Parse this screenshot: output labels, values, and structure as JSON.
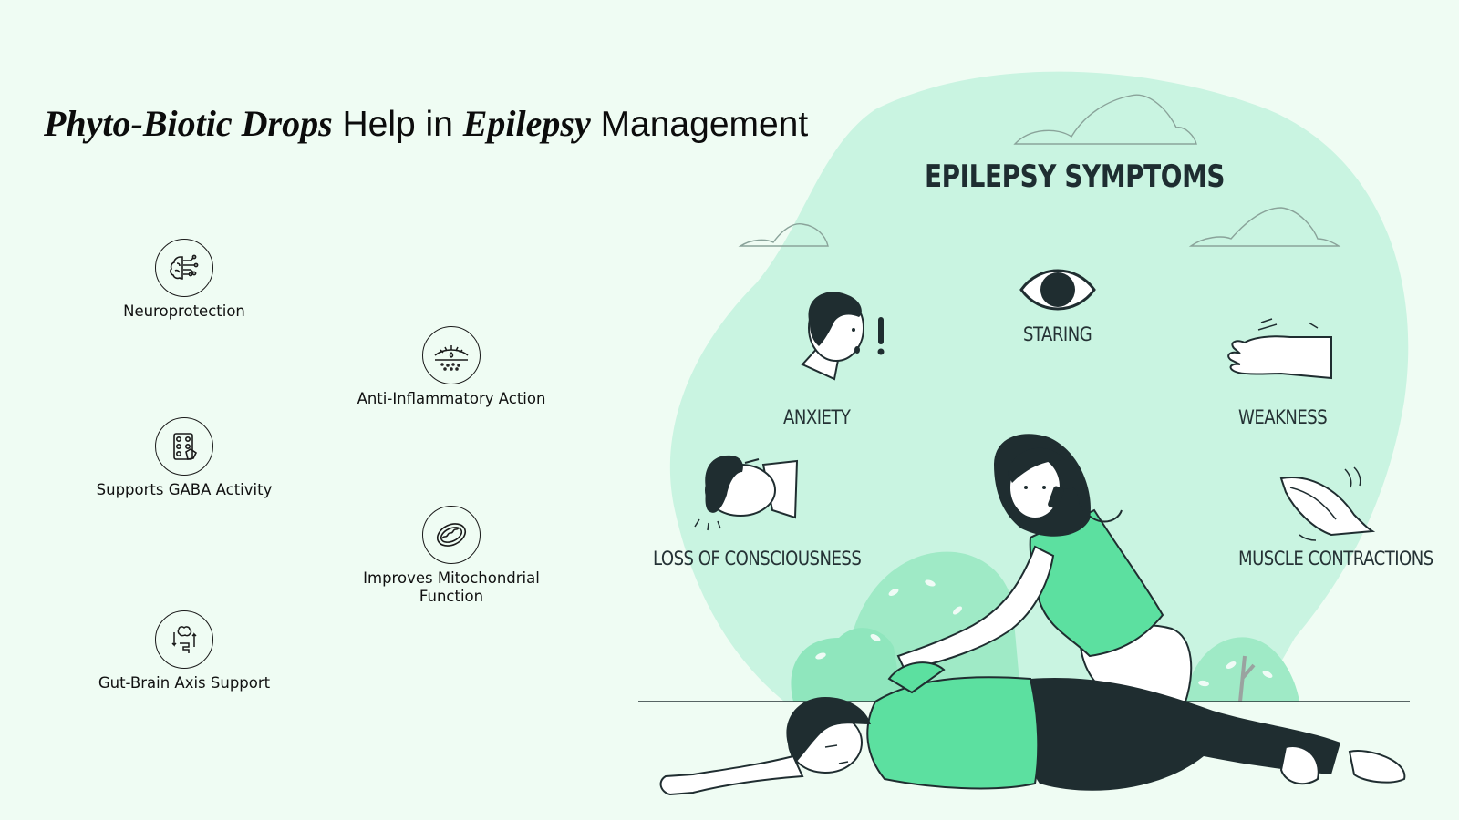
{
  "title": {
    "part1": "Phyto-Biotic Drops",
    "part2": " Help in ",
    "part3": "Epilepsy",
    "part4": " Management"
  },
  "benefits": [
    {
      "label": "Neuroprotection",
      "icon": "brain-circuit-icon"
    },
    {
      "label": "Anti-Inflammatory Action",
      "icon": "cell-inflammation-icon"
    },
    {
      "label": "Supports GABA Activity",
      "icon": "pill-blister-icon"
    },
    {
      "label": "Improves Mitochondrial Function",
      "icon": "mitochondria-icon"
    },
    {
      "label": "Gut-Brain Axis Support",
      "icon": "gut-brain-icon"
    }
  ],
  "symptoms": {
    "heading": "EPILEPSY SYMPTOMS",
    "items": [
      {
        "label": "STARING",
        "icon": "eye-icon"
      },
      {
        "label": "ANXIETY",
        "icon": "anxious-head-icon"
      },
      {
        "label": "WEAKNESS",
        "icon": "weak-hand-icon"
      },
      {
        "label": "LOSS OF CONSCIOUSNESS",
        "icon": "fainted-head-icon"
      },
      {
        "label": "MUSCLE CONTRACTIONS",
        "icon": "muscle-icon"
      }
    ]
  },
  "colors": {
    "background": "#effcf3",
    "blob": "#c9f4e1",
    "accent_green": "#5ce0a0",
    "dark": "#1f2d30"
  }
}
